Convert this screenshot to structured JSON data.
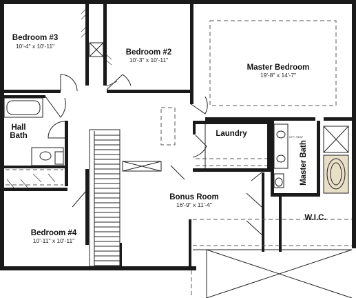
{
  "rooms": {
    "bedroom3": {
      "name": "Bedroom #3",
      "dims": "10'-4\" x 10'-11\""
    },
    "bedroom2": {
      "name": "Bedroom #2",
      "dims": "10'-3\" x 10'-11\""
    },
    "master_bedroom": {
      "name": "Master Bedroom",
      "dims": "19'-8\" x 14'-7\""
    },
    "hall_bath": {
      "name_line1": "Hall",
      "name_line2": "Bath"
    },
    "laundry": {
      "name": "Laundry"
    },
    "master_bath": {
      "name": "Master Bath"
    },
    "bonus_room": {
      "name": "Bonus Room",
      "dims": "16'-9\" x 11'-4\""
    },
    "bedroom4": {
      "name": "Bedroom #4",
      "dims": "10'-11\" x 10'-11\""
    },
    "wic": {
      "name": "W.I.C."
    }
  },
  "notes": {
    "opt_seat": "OPT. SEAT"
  },
  "colors": {
    "wall": "#1a1a1a",
    "tub_fill": "#e8dfc7",
    "background": "#ffffff"
  }
}
